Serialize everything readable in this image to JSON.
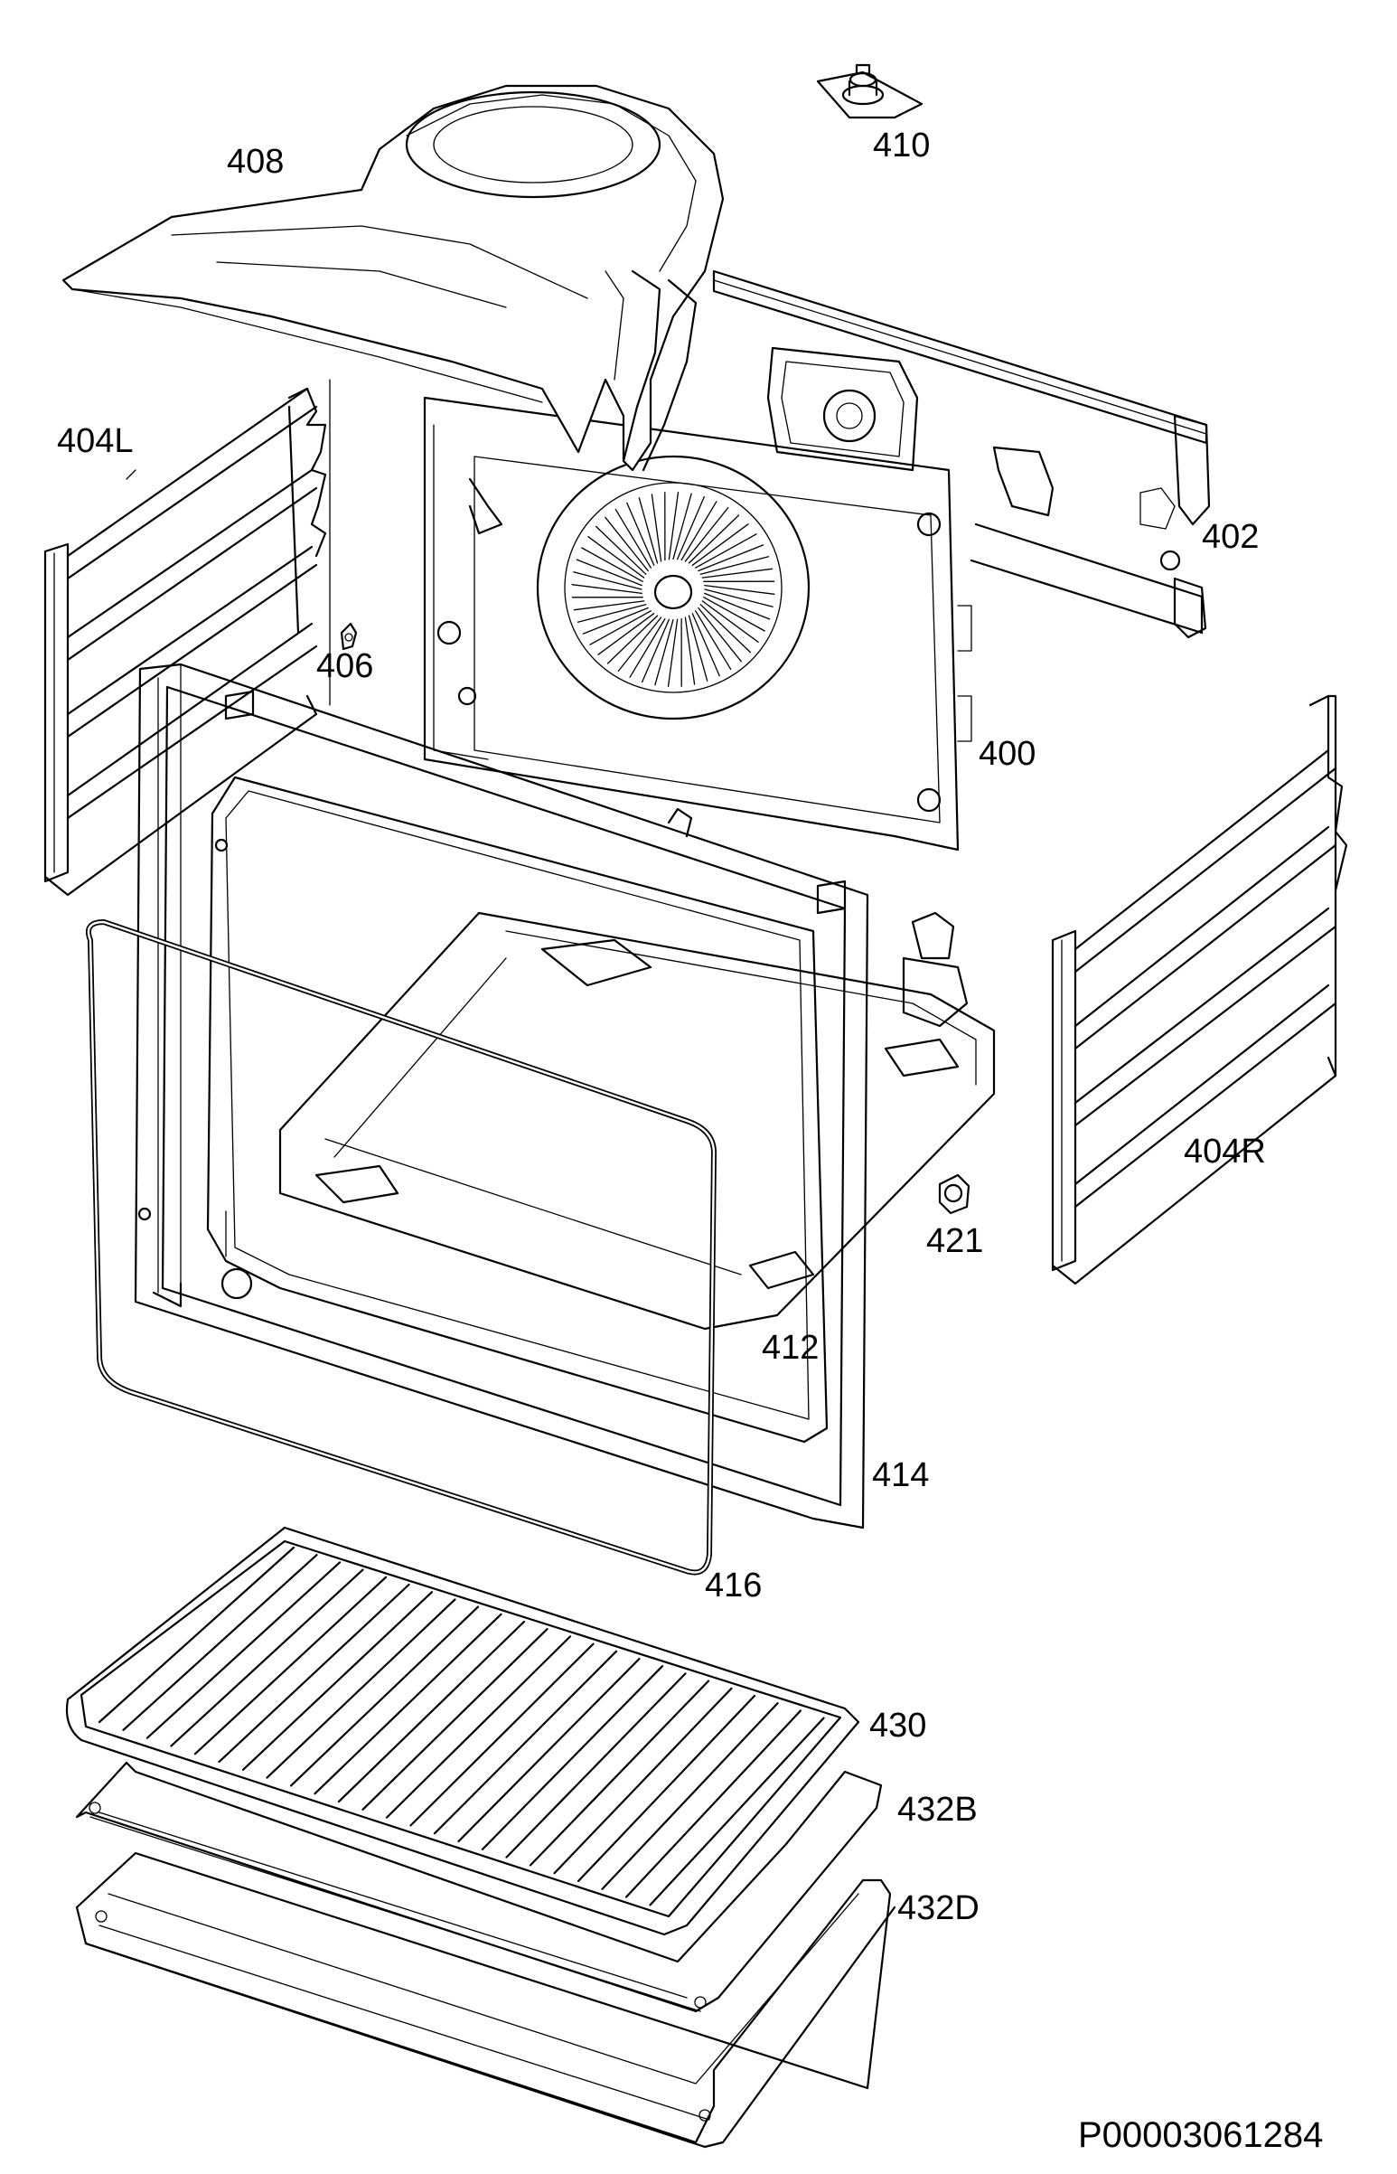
{
  "labels": {
    "p408": "408",
    "p410": "410",
    "p404L": "404L",
    "p402": "402",
    "p406": "406",
    "p400": "400",
    "p404R": "404R",
    "p421": "421",
    "p412": "412",
    "p414": "414",
    "p416": "416",
    "p430": "430",
    "p432B": "432B",
    "p432D": "432D"
  },
  "document_id": "P00003061284"
}
